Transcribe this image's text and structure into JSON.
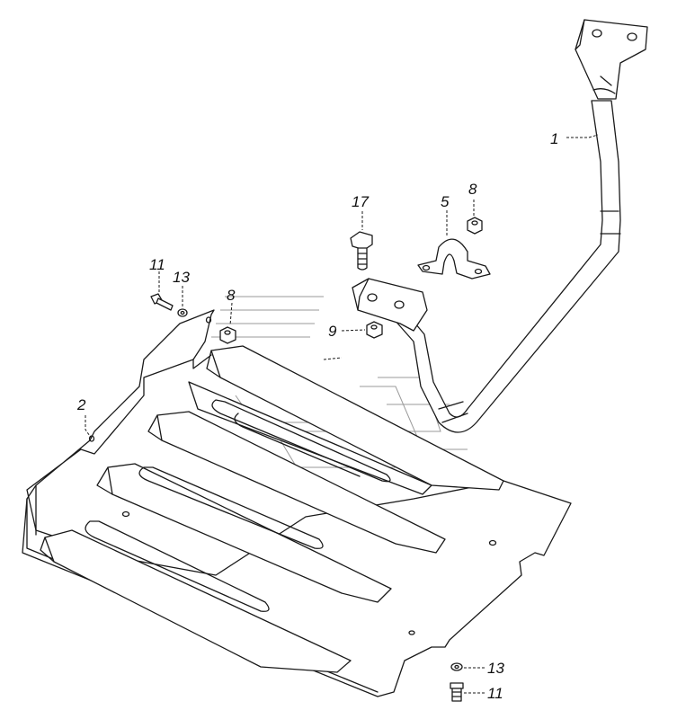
{
  "labels": {
    "p1": "1",
    "p2": "2",
    "p5": "5",
    "p8a": "8",
    "p8b": "8",
    "p9": "9",
    "p11a": "11",
    "p11b": "11",
    "p13a": "13",
    "p13b": "13",
    "p17": "17"
  }
}
